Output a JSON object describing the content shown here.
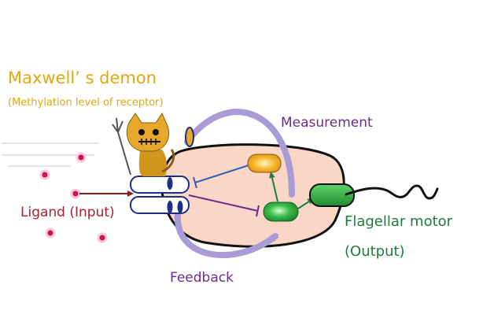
{
  "labels": {
    "maxwell_demon": "Maxwell’ s demon",
    "methylation": "(Methylation level of receptor)",
    "measurement": "Measurement",
    "ligand_input": "Ligand (Input)",
    "flagellar_motor": "Flagellar motor",
    "output": "(Output)",
    "feedback": "Feedback"
  },
  "colors": {
    "demon_text": "#e2a812",
    "measurement_text": "#6b2c8e",
    "ligand_text": "#a8202c",
    "motor_text": "#1e7b3b",
    "cell_fill": "#f9d6c6",
    "arc_purple": "#a99bd6",
    "ligand_dot": "#c2185b",
    "cheb_orange": "#f0a623",
    "chey_green": "#2e9e3f",
    "receptor_blue": "#1c2f8c"
  },
  "icons": [
    "cat-demon-icon",
    "trident-icon",
    "receptor-icon",
    "flagellum-icon"
  ]
}
